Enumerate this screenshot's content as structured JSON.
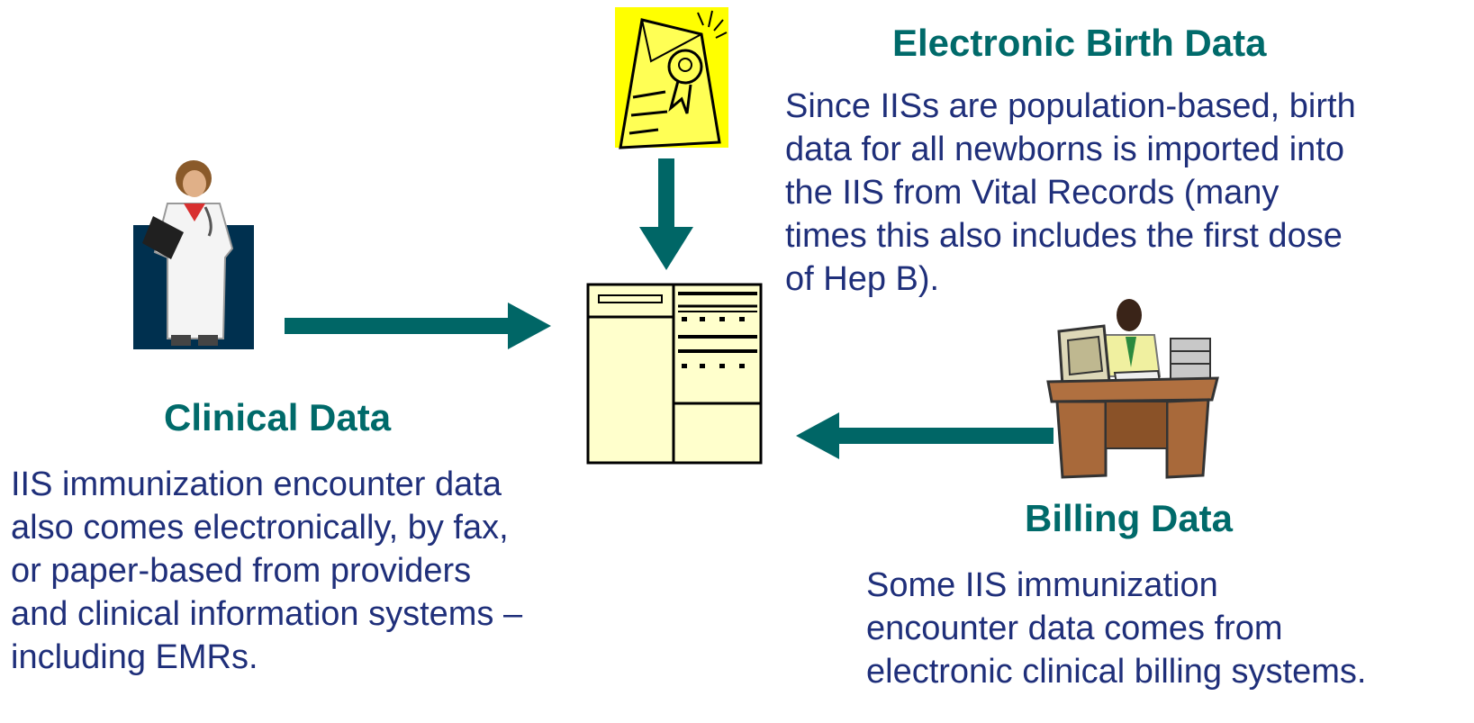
{
  "colors": {
    "heading": "#006a6a",
    "body_text": "#1f2f7a",
    "arrow": "#006666",
    "server_fill": "#ffffcc",
    "certificate_bg": "#ffff00",
    "doctor_bg": "#00304f"
  },
  "icons": {
    "certificate": "birth-certificate-icon",
    "server": "iis-database-server-icon",
    "doctor": "doctor-clinician-icon",
    "billing": "billing-clerk-at-computer-icon"
  },
  "birth": {
    "heading": "Electronic Birth Data",
    "lines": [
      "Since IISs are population-based, birth",
      "data for all newborns is imported into",
      "the IIS from Vital Records (many",
      "times this also includes the first dose",
      "of Hep B)."
    ]
  },
  "clinical": {
    "heading": "Clinical Data",
    "lines": [
      "IIS immunization encounter data",
      "also comes electronically, by fax,",
      "or paper-based from providers",
      "and clinical information systems –",
      "including EMRs."
    ]
  },
  "billing": {
    "heading": "Billing Data",
    "lines": [
      "Some IIS immunization",
      "encounter data comes from",
      "electronic clinical billing systems."
    ]
  }
}
